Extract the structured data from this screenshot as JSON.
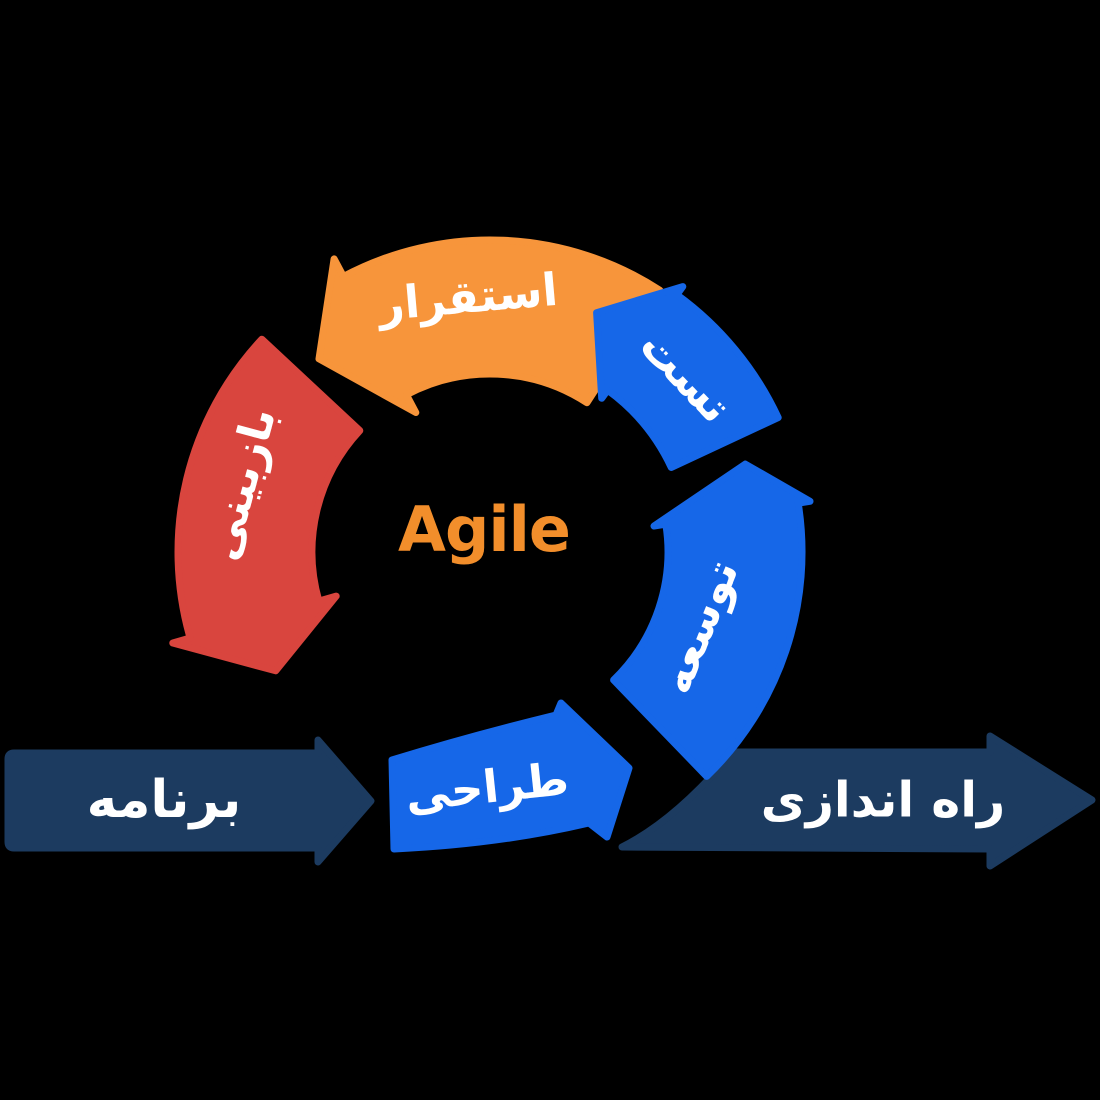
{
  "diagram": {
    "title": "Agile",
    "background_color": "#000000",
    "label_text_color": "#FFFFFF",
    "title_color": "#F28E2B",
    "steps": {
      "deploy": {
        "label": "استقرار",
        "color": "#F7953B"
      },
      "review": {
        "label": "بازبینی",
        "color": "#D9453E"
      },
      "test": {
        "label": "تست",
        "color": "#1667E8"
      },
      "develop": {
        "label": "توسعه",
        "color": "#1667E8"
      },
      "design": {
        "label": "طراحی",
        "color": "#1667E8"
      },
      "plan": {
        "label": "برنامه",
        "color": "#1C3B60"
      },
      "launch": {
        "label": "راه اندازی",
        "color": "#1C3B60"
      }
    }
  }
}
